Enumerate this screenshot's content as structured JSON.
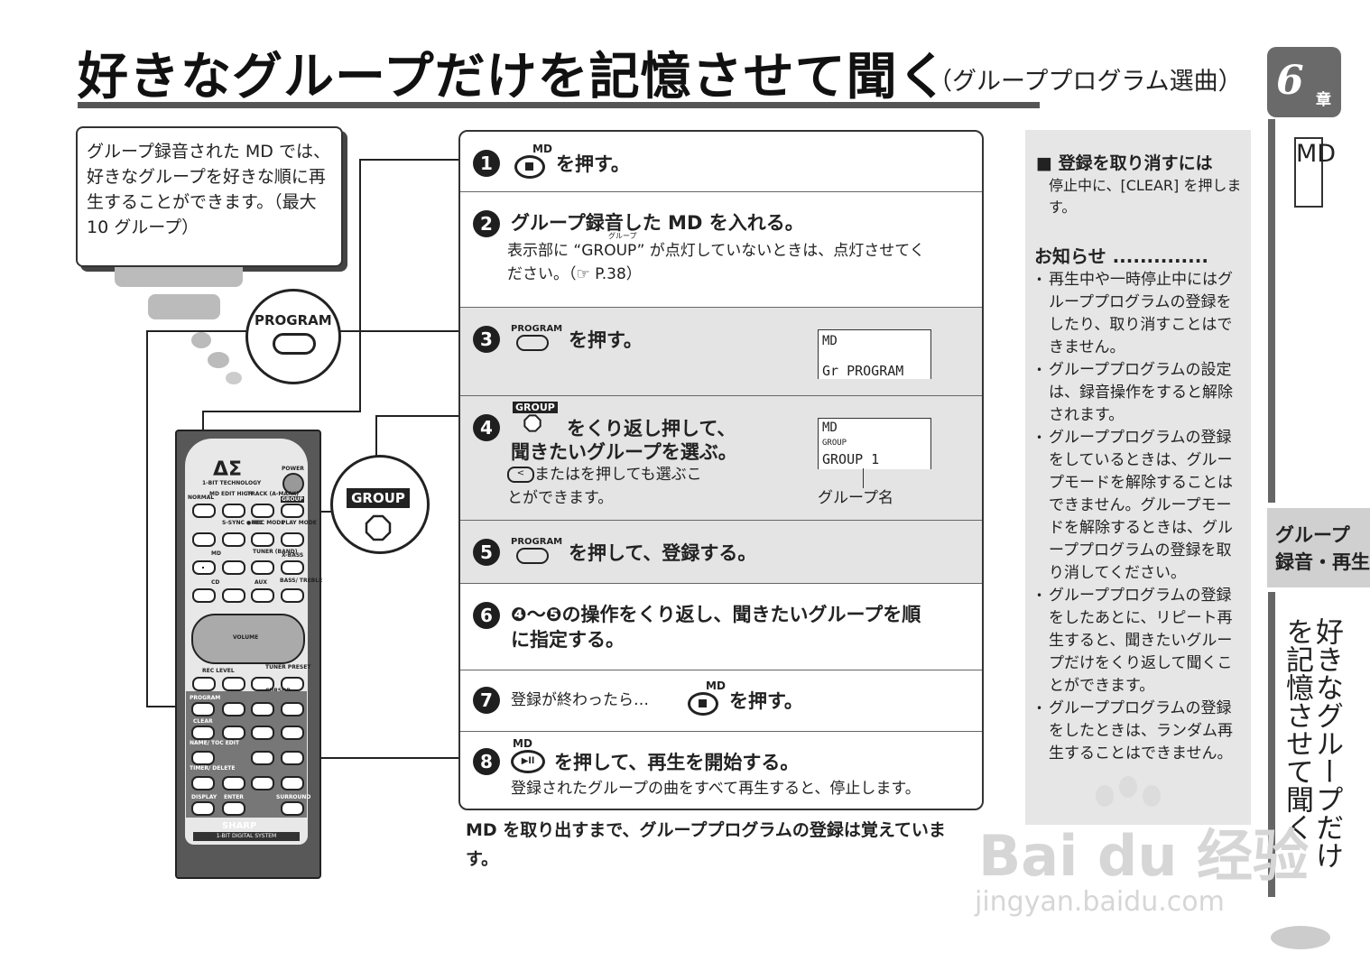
{
  "title": {
    "main": "好きなグループだけを記憶させて聞く",
    "sub": "（グループプログラム選曲）"
  },
  "chapter": {
    "num": "6",
    "kanji": "章",
    "md": "MD"
  },
  "side": {
    "group_line1": "グループ",
    "group_line2": "録音・再生",
    "vertical": "好きなグループだけを記憶させて聞く"
  },
  "bubble": {
    "text": "グループ録音された MD では、好きなグループを好きな順に再生することができます。（最大 10 グループ）"
  },
  "callouts": {
    "program": "PROGRAM",
    "group": "GROUP"
  },
  "remote": {
    "logo": "ΔΣ",
    "tech": "1-BIT TECHNOLOGY",
    "power": "POWER",
    "brand": "SHARP",
    "system": "1-BIT DIGITAL SYSTEM",
    "volume": "VOLUME",
    "labels": [
      "NORMAL",
      "MD EDIT HIGH",
      "TRACK (A-MARK)",
      "GROUP",
      "S-SYNC ●REC",
      "REC MODE",
      "PLAY MODE",
      "MD",
      "TUNER (BAND)",
      "X-BASS",
      "CD",
      "AUX",
      "BASS/ TREBLE",
      "REC LEVEL",
      "TUNER PRESET",
      "CURSOR",
      "PROGRAM",
      "CLEAR",
      "NAME/ TOC EDIT",
      "TIMER/ DELETE",
      "DISPLAY",
      "ENTER",
      "SURROUND"
    ]
  },
  "steps": [
    {
      "n": "1",
      "icon_label": "MD",
      "text": "を押す。"
    },
    {
      "n": "2",
      "text": "グループ録音した MD を入れる。",
      "ruby": "グループ",
      "sub1": "表示部に “GROUP” が点灯していないときは、点灯させてく",
      "sub2": "ださい。（☞ P.38）"
    },
    {
      "n": "3",
      "icon_label": "PROGRAM",
      "text": "を押す。",
      "lcd1": "MD",
      "lcd2": "Gr PROGRAM"
    },
    {
      "n": "4",
      "icon_label": "GROUP",
      "text1": "をくり返し押して、",
      "text2": "聞きたいグループを選ぶ。",
      "sub1": "またはを押しても選ぶこ",
      "sub2": "とができます。",
      "lcd1": "MD",
      "lcd_small": "GROUP",
      "lcd2": "GROUP 1",
      "lcd_caption": "グループ名"
    },
    {
      "n": "5",
      "icon_label": "PROGRAM",
      "text": "を押して、登録する。"
    },
    {
      "n": "6",
      "text1": "❹～❺の操作をくり返し、聞きたいグループを順",
      "text2": "に指定する。"
    },
    {
      "n": "7",
      "pre": "登録が終わったら…",
      "icon_label": "MD",
      "text": "を押す。"
    },
    {
      "n": "8",
      "icon_label": "MD",
      "text": "を押して、再生を開始する。",
      "sub": "登録されたグループの曲をすべて再生すると、停止します。"
    }
  ],
  "footer": "MD を取り出すまで、グループプログラムの登録は覚えています。",
  "cancel": {
    "heading": "■ 登録を取り消すには",
    "text": "停止中に、[CLEAR] を押します。"
  },
  "notice": {
    "heading": "お知らせ ..............",
    "items": [
      "再生中や一時停止中にはグループプログラムの登録をしたり、取り消すことはできません。",
      "グループプログラムの設定は、録音操作をすると解除されます。",
      "グループプログラムの登録をしているときは、グループモードを解除することはできません。グループモードを解除するときは、グループプログラムの登録を取り消してください。",
      "グループプログラムの登録をしたあとに、リピート再生すると、聞きたいグループだけをくり返して聞くことができます。",
      "グループプログラムの登録をしたときは、ランダム再生することはできません。"
    ]
  },
  "watermark": {
    "line1": "Bai du 经验",
    "line2": "jingyan.baidu.com"
  }
}
